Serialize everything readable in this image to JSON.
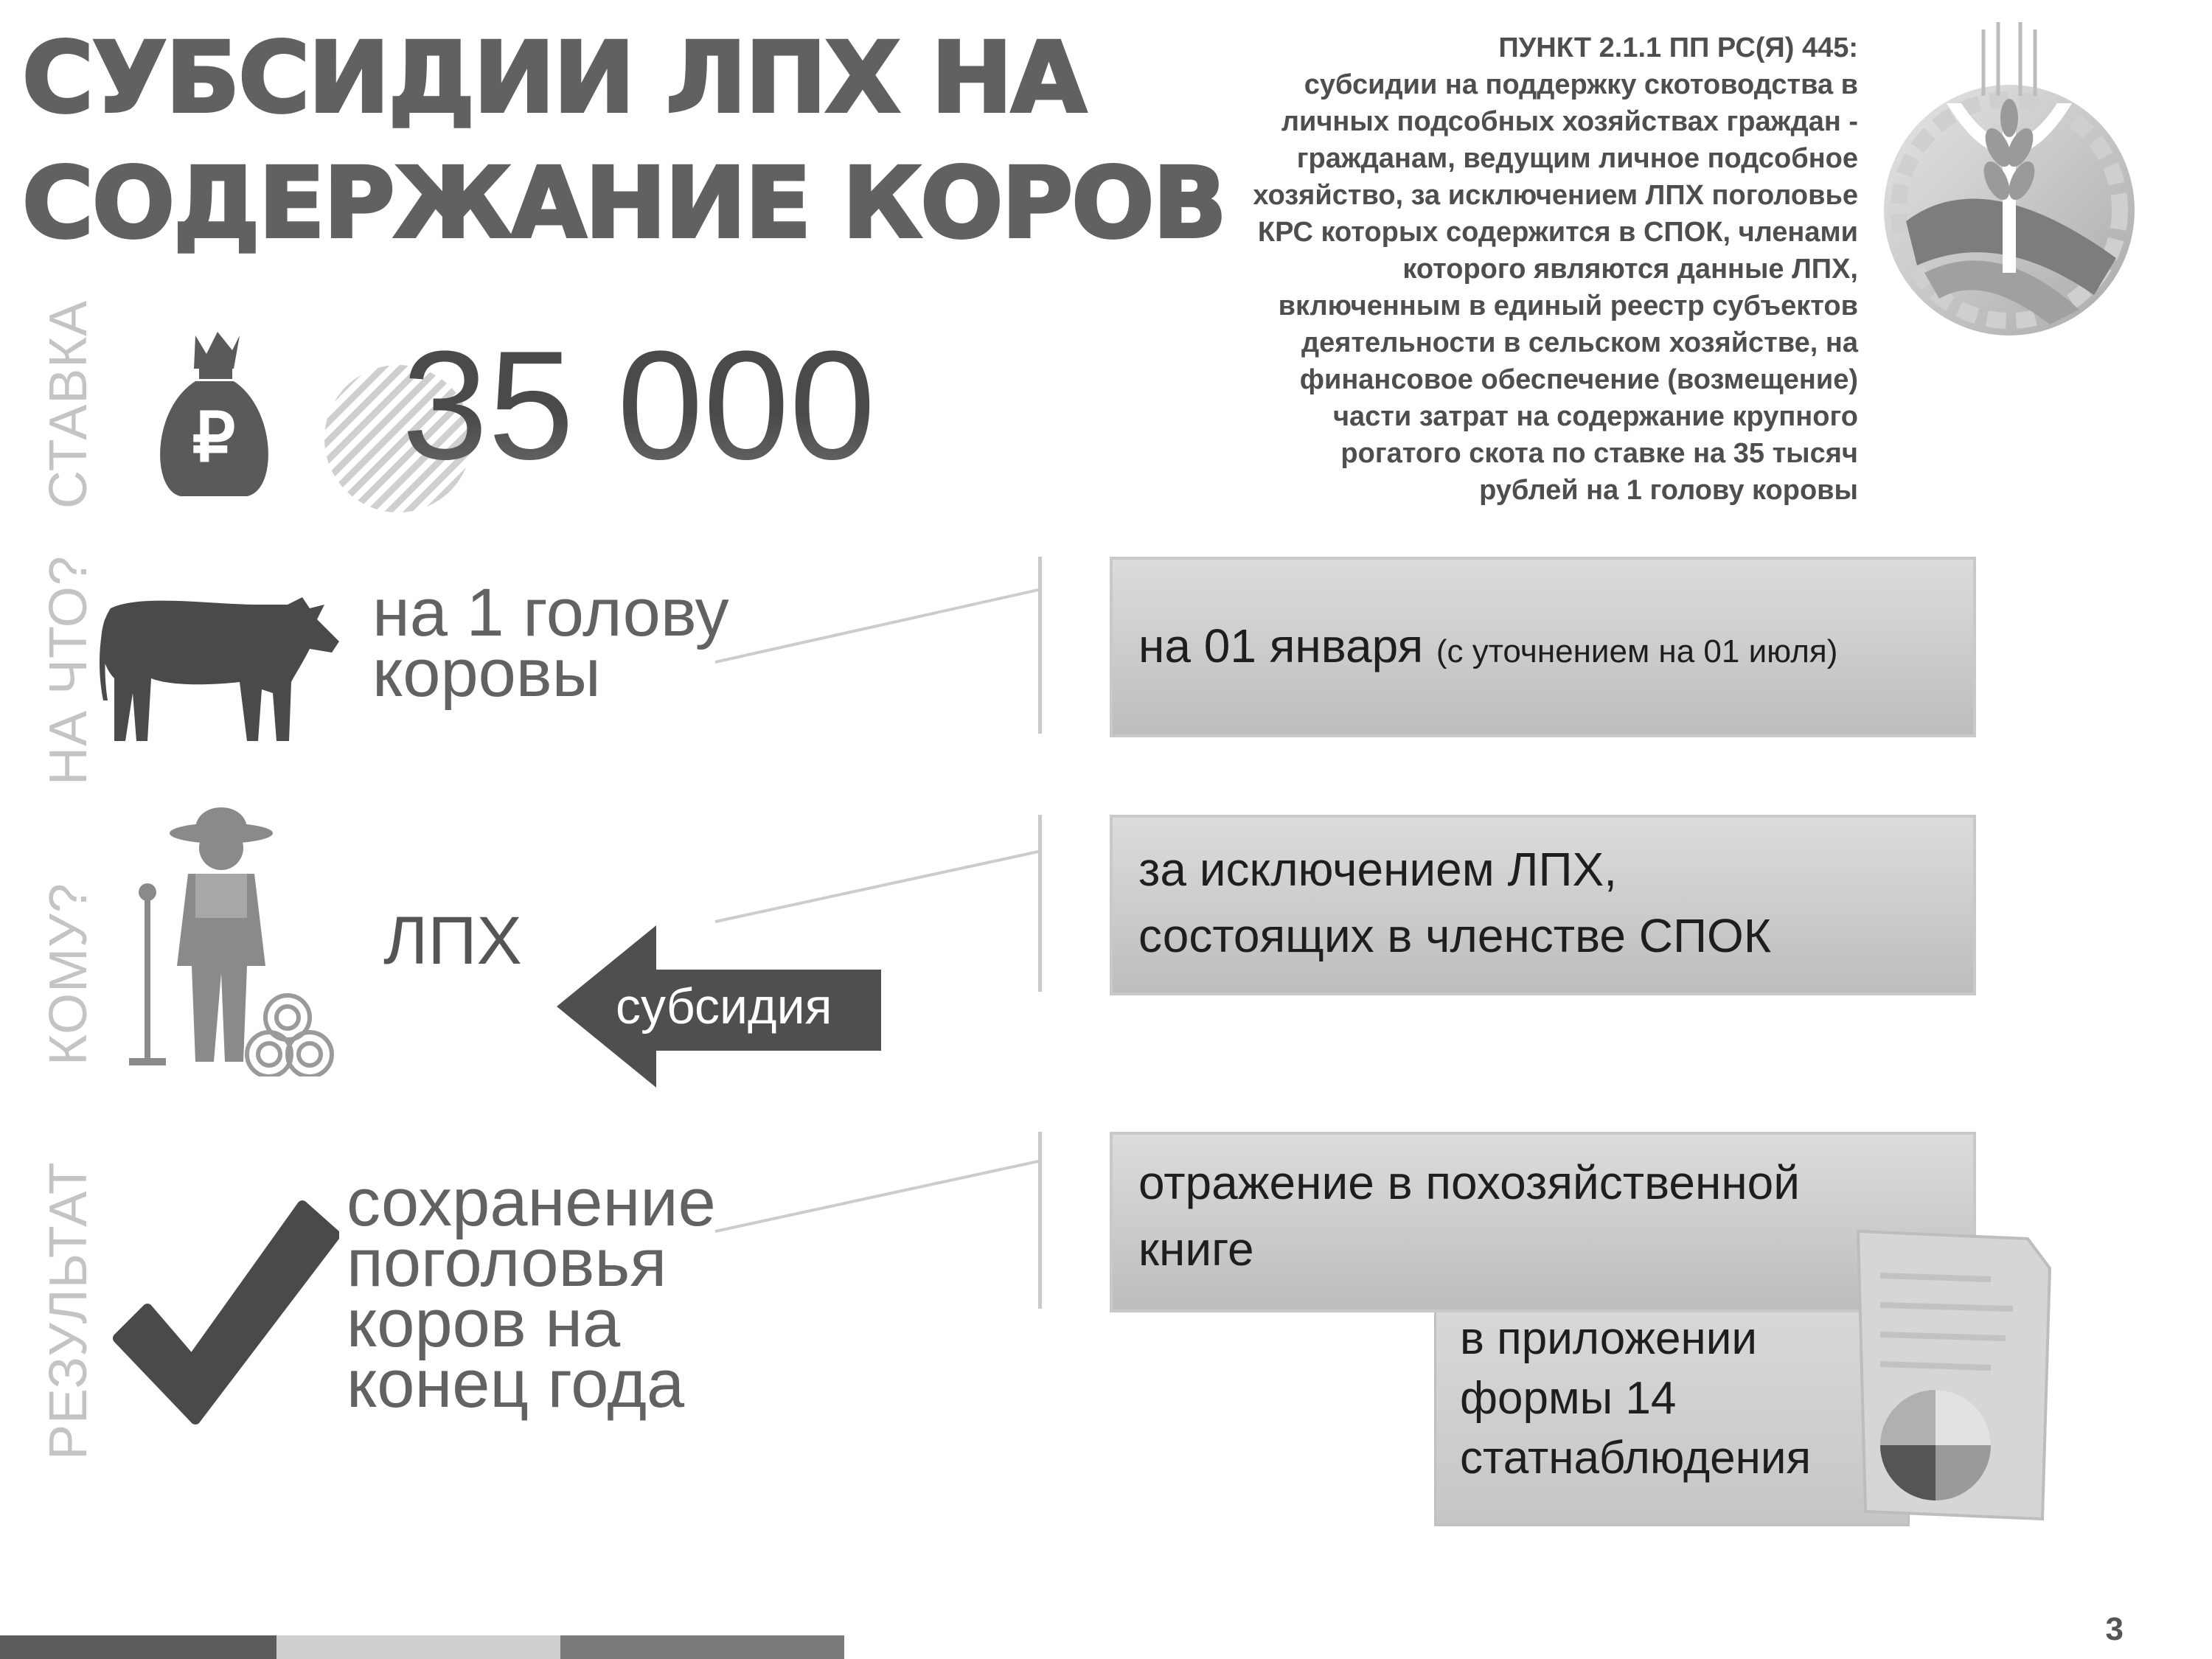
{
  "title": {
    "line1": "СУБСИДИИ ЛПХ НА",
    "line2": "СОДЕРЖАНИЕ КОРОВ"
  },
  "legal_text": {
    "lines": [
      "ПУНКТ 2.1.1 ПП РС(Я) 445:",
      "субсидии на поддержку скотоводства в",
      "личных подсобных хозяйствах граждан -",
      "гражданам, ведущим личное подсобное",
      "хозяйство, за исключением ЛПХ поголовье",
      "КРС которых содержится в СПОК, членами",
      "которого являются данные ЛПХ,",
      "включенным в единый реестр субъектов",
      "деятельности в сельском хозяйстве, на",
      "финансовое обеспечение (возмещение)",
      "части затрат на содержание крупного",
      "рогатого скота по ставке на 35 тысяч",
      "рублей на 1 голову коровы"
    ]
  },
  "rows": {
    "rate": {
      "label": "СТАВКА",
      "value": "35 000"
    },
    "what": {
      "label": "НА ЧТО?",
      "text_line1": "на 1 голову",
      "text_line2": "коровы",
      "box_main": "на 01 января",
      "box_note": "(с уточнением на 01 июля)"
    },
    "whom": {
      "label": "КОМУ?",
      "text": "ЛПХ",
      "arrow_label": "субсидия",
      "box_line1": "за исключением ЛПХ,",
      "box_line2": "состоящих в членстве СПОК"
    },
    "result": {
      "label": "РЕЗУЛЬТАТ",
      "text_line1": "сохранение",
      "text_line2": "поголовья",
      "text_line3": "коров на",
      "text_line4": "конец года",
      "box_line1": "отражение в похозяйственной",
      "box_line2": "книге",
      "doc_line1": "в приложении",
      "doc_line2": "формы 14",
      "doc_line3": "статнаблюдения"
    }
  },
  "page_number": "3",
  "icons": [
    "ruble-money-bag-icon",
    "cow-icon",
    "farmer-icon",
    "checkmark-icon",
    "agriculture-emblem-icon",
    "document-pie-chart-icon"
  ],
  "colors": {
    "title": "#616161",
    "box_gradient_top": "#dcdcdc",
    "box_gradient_bottom": "#bdbdbd",
    "footer": [
      "#5c5c5c",
      "#cfcfcf",
      "#7a7a7a"
    ]
  }
}
